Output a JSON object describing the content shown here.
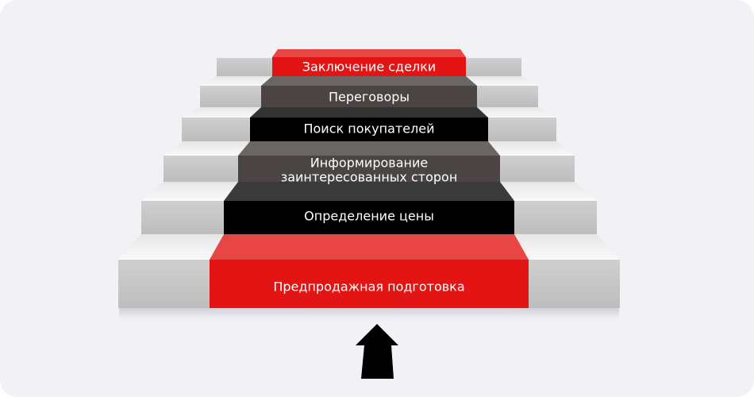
{
  "steps": [
    {
      "label": "Заключение сделки"
    },
    {
      "label": "Переговоры"
    },
    {
      "label": "Поиск покупателей"
    },
    {
      "label_line1": "Информирование",
      "label_line2": "заинтересованных сторон"
    },
    {
      "label": "Определение цены"
    },
    {
      "label": "Предпродажная подготовка"
    }
  ],
  "colors": {
    "red_riser": "#e31414",
    "red_tread": "#e84545",
    "dark_riser": "#4a4543",
    "black_riser": "#000000",
    "carpet_tread": "#6b6663",
    "stone_riser": "#c6c6c6",
    "stone_tread": "#f0f0f0",
    "background": "#f2f2f6"
  },
  "arrow": {
    "icon": "arrow-up-icon",
    "direction": "up"
  }
}
